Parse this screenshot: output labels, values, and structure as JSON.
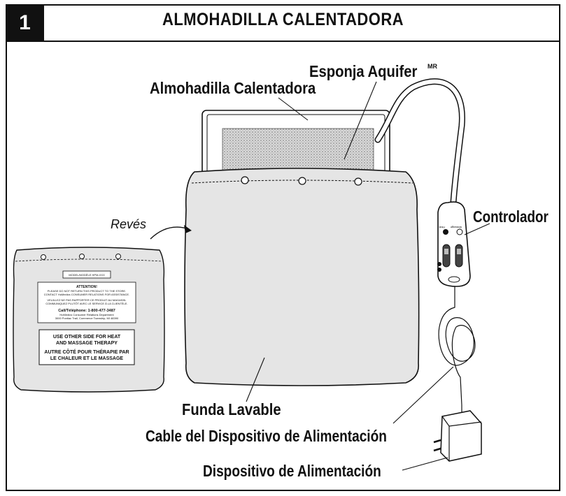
{
  "figure_number": "1",
  "title": "ALMOHADILLA CALENTADORA",
  "labels": {
    "sponge": "Esponja Aquifer",
    "sponge_mark": "MR",
    "heating_pad": "Almohadilla Calentadora",
    "controller": "Controlador",
    "back": "Revés",
    "cover": "Funda Lavable",
    "power_cord": "Cable del Dispositivo de Alimentación",
    "power_unit": "Dispositivo de Alimentación"
  },
  "back_panel": {
    "model": "MODEL/MODÈLE HPM-XXX",
    "attention": "ATTENTION!",
    "line1": "PLEASE DO NOT RETURN THIS PRODUCT TO THE STORE.",
    "line2": "CONTACT HoMedics CONSUMER RELATIONS FOR ASSISTANCE.",
    "line3": "VEUILLEZ NE PAS RAPPORTER CE PRODUIT AU MAGASIN.",
    "line4": "COMMUNIQUEZ PLUTÔT AVEC LE SERVICE À LA CLIENTÈLE.",
    "phone": "Call/Téléphone: 1-800-477-3487",
    "addr1": "HoMedics Consumer Relations Department",
    "addr2": "3000 Pontiac Trail, Commerce Township, MI 48390",
    "box2_l1": "USE OTHER SIDE FOR HEAT",
    "box2_l2": "AND MASSAGE THERAPY",
    "box2_l3": "AUTRE CÔTÉ POUR THÉRAPIE PAR",
    "box2_l4": "LE CHALEUR ET LE MASSAGE"
  },
  "controller_text": {
    "heat": "Heat",
    "massage": "Massage"
  }
}
